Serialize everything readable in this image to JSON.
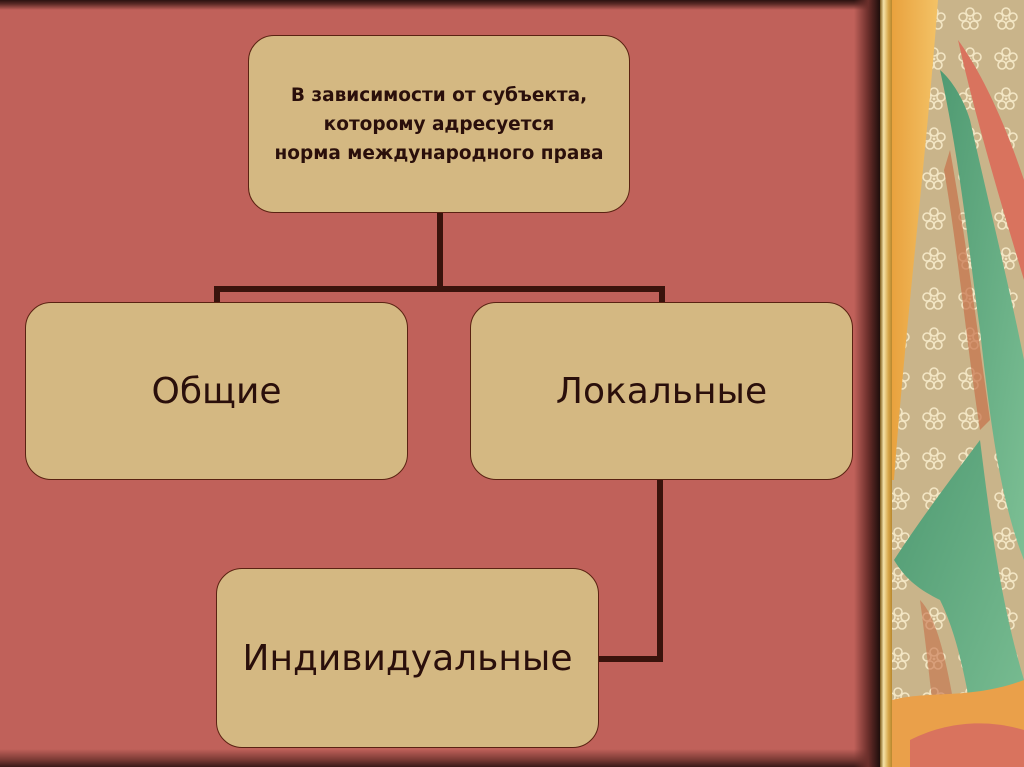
{
  "diagram": {
    "type": "tree",
    "root": {
      "lines": [
        "В зависимости от субъекта,",
        "которому  адресуется",
        "норма международного права"
      ]
    },
    "children": [
      {
        "label": "Общие"
      },
      {
        "label": "Локальные"
      }
    ],
    "grandchildren": [
      {
        "parent": "Локальные",
        "label": "Индивидуальные"
      }
    ]
  },
  "colors": {
    "background": "#c0615a",
    "box_fill": "#d4b882",
    "box_border": "#5a2212",
    "connector": "#3a130c",
    "text": "#2a0f0b"
  }
}
